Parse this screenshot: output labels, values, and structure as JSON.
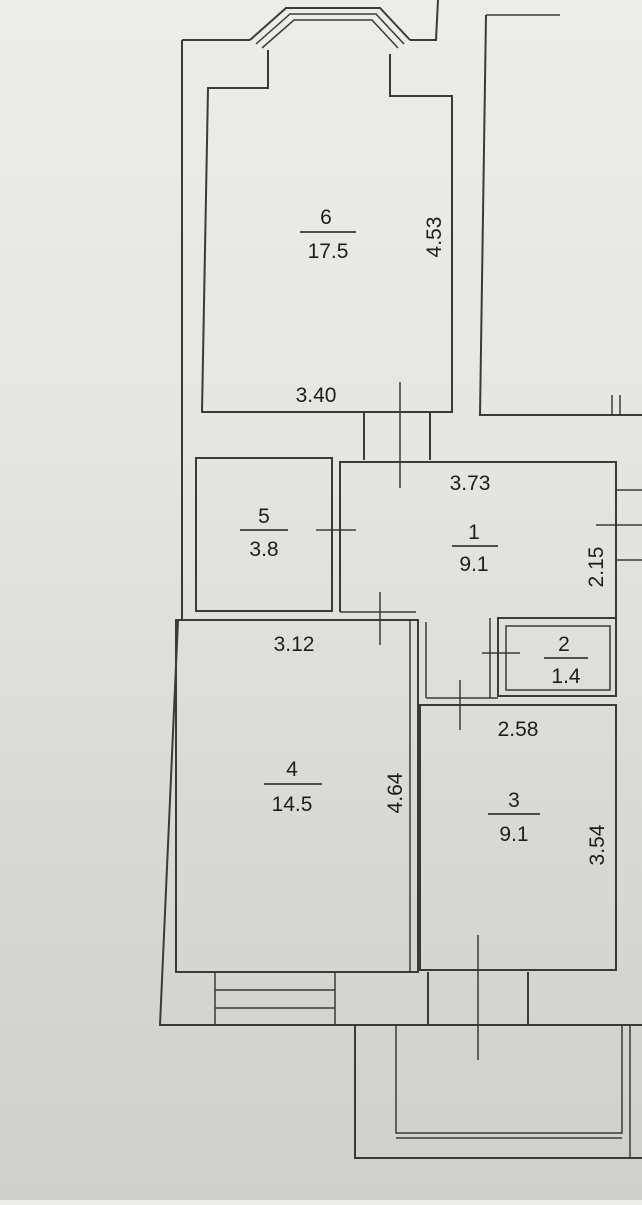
{
  "rooms": [
    {
      "number": "6",
      "area": "17.5"
    },
    {
      "number": "5",
      "area": "3.8"
    },
    {
      "number": "1",
      "area": "9.1"
    },
    {
      "number": "2",
      "area": "1.4"
    },
    {
      "number": "4",
      "area": "14.5"
    },
    {
      "number": "3",
      "area": "9.1"
    }
  ],
  "dimensions": {
    "room6_height": "4.53",
    "room6_width": "3.40",
    "room1_width": "3.73",
    "room1_height": "2.15",
    "room4_width": "3.12",
    "room4_height": "4.64",
    "room3_width": "2.58",
    "room3_height": "3.54"
  }
}
